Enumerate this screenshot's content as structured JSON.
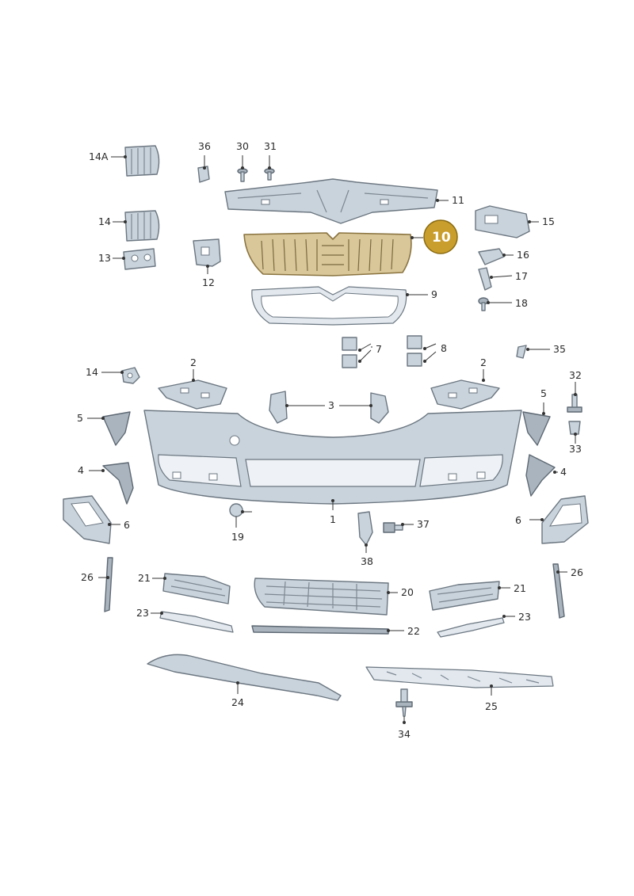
{
  "labels": {
    "p14a": "14A",
    "p36": "36",
    "p30": "30",
    "p31": "31",
    "p11": "11",
    "p14_top": "14",
    "p15": "15",
    "p13": "13",
    "p12": "12",
    "p16": "16",
    "p17": "17",
    "p18": "18",
    "p9": "9",
    "p7": "7",
    "p8": "8",
    "p35": "35",
    "p14_mid": "14",
    "p2_left": "2",
    "p2_right": "2",
    "p3": "3",
    "p5_left": "5",
    "p5_right": "5",
    "p32": "32",
    "p33": "33",
    "p4_left": "4",
    "p4_right": "4",
    "p1": "1",
    "p6_left": "6",
    "p6_right": "6",
    "p19": "19",
    "p37": "37",
    "p38": "38",
    "p26_left": "26",
    "p26_right": "26",
    "p21_left": "21",
    "p21_right": "21",
    "p20": "20",
    "p23_left": "23",
    "p23_right": "23",
    "p22": "22",
    "p24": "24",
    "p25": "25",
    "p34": "34"
  },
  "highlight": {
    "part": "10",
    "color": "#c99e2c"
  }
}
